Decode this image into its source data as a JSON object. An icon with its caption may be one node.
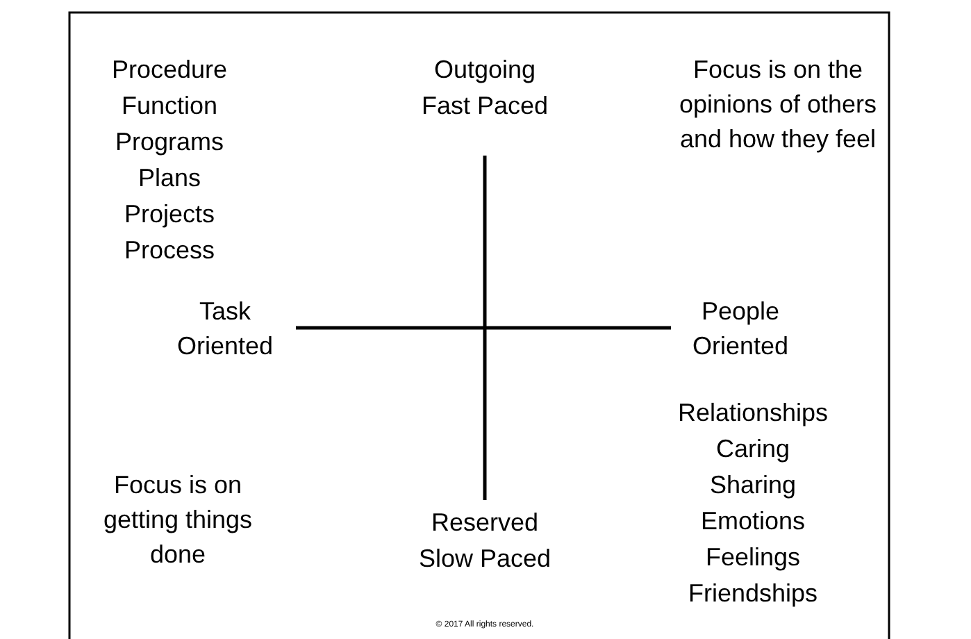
{
  "diagram": {
    "labels": [
      "Procedure",
      "Function",
      "Programs",
      "Plans",
      "Projects",
      "Process",
      "Outgoing",
      "Fast Paced",
      "Focus is on the opinions of others and how they feel",
      "Task Oriented",
      "People Oriented",
      "Relationships",
      "Caring",
      "Sharing",
      "Emotions",
      "Feelings",
      "Friendships",
      "Focus is on getting things done",
      "Reserved",
      "Slow Paced",
      "© 2017 All rights reserved."
    ]
  }
}
